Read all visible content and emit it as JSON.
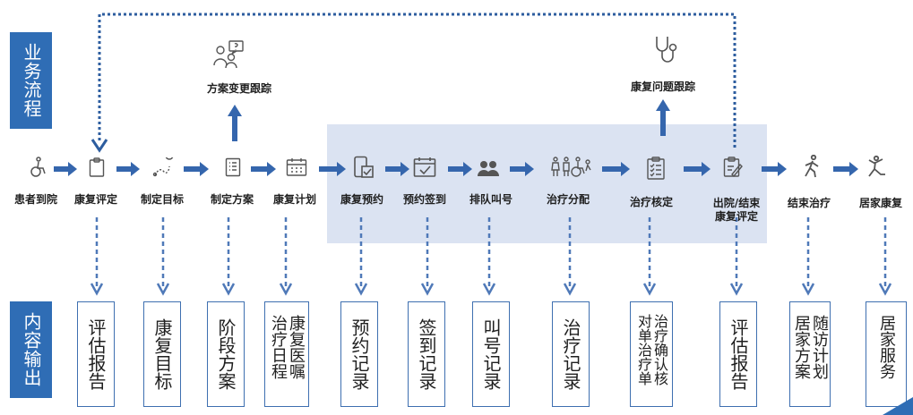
{
  "side_labels": {
    "top": "业务流程",
    "bottom": "内容输出"
  },
  "steps": [
    {
      "label": "患者到院",
      "icon": "wheelchair-icon"
    },
    {
      "label": "康复评定",
      "icon": "clipboard-icon"
    },
    {
      "label": "制定目标",
      "icon": "route-pin-icon"
    },
    {
      "label": "制定方案",
      "icon": "list-document-icon"
    },
    {
      "label": "康复计划",
      "icon": "calendar-icon"
    },
    {
      "label": "康复预约",
      "icon": "phone-check-icon"
    },
    {
      "label": "预约签到",
      "icon": "calendar-check-icon"
    },
    {
      "label": "排队叫号",
      "icon": "people-queue-icon"
    },
    {
      "label": "治疗分配",
      "icon": "patients-icon"
    },
    {
      "label": "治疗核定",
      "icon": "checklist-icon"
    },
    {
      "label": "出院/结束\n康复评定",
      "icon": "edit-clipboard-icon"
    },
    {
      "label": "结束治疗",
      "icon": "walking-person-icon"
    },
    {
      "label": "居家康复",
      "icon": "exercise-person-icon"
    }
  ],
  "branches": [
    {
      "label": "方案变更跟踪",
      "icon": "consultation-icon"
    },
    {
      "label": "康复问题跟踪",
      "icon": "stethoscope-icon"
    }
  ],
  "outputs": [
    {
      "label": "评估报告"
    },
    {
      "label": "康复目标"
    },
    {
      "label": "阶段方案"
    },
    {
      "label": "康复医嘱治疗日程"
    },
    {
      "label": "预约记录"
    },
    {
      "label": "签到记录"
    },
    {
      "label": "叫号记录"
    },
    {
      "label": "治疗记录"
    },
    {
      "label": "治疗确认核对单治疗单"
    },
    {
      "label": "评估报告"
    },
    {
      "label": "随访计划居家方案"
    },
    {
      "label": "居家服务"
    }
  ],
  "colors": {
    "accent": "#2f6db5",
    "flow_arrow": "#3566ad",
    "highlight": "#dbe3f2",
    "icon": "#555555"
  }
}
